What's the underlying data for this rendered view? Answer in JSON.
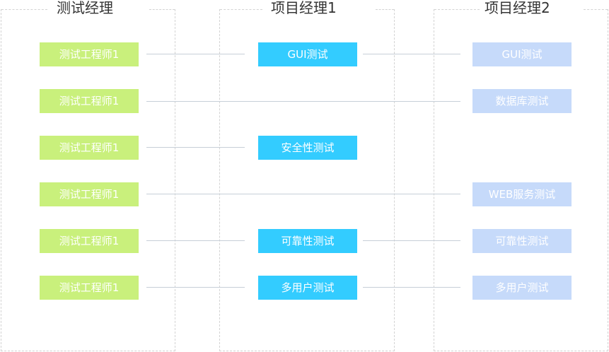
{
  "columns": [
    {
      "title": "测试经理"
    },
    {
      "title": "项目经理1"
    },
    {
      "title": "项目经理2"
    }
  ],
  "rows": [
    {
      "tester": "测试工程师1",
      "pm1": "GUI测试",
      "pm2": "GUI测试"
    },
    {
      "tester": "测试工程师1",
      "pm1": "",
      "pm2": "数据库测试"
    },
    {
      "tester": "测试工程师1",
      "pm1": "安全性测试",
      "pm2": ""
    },
    {
      "tester": "测试工程师1",
      "pm1": "",
      "pm2": "WEB服务测试"
    },
    {
      "tester": "测试工程师1",
      "pm1": "可靠性测试",
      "pm2": "可靠性测试"
    },
    {
      "tester": "测试工程师1",
      "pm1": "多用户测试",
      "pm2": "多用户测试"
    }
  ],
  "colors": {
    "tester_box": "#c9f07c",
    "pm1_box": "#33ccff",
    "pm2_box": "#c6dafa",
    "connector": "#c7cfd8"
  }
}
